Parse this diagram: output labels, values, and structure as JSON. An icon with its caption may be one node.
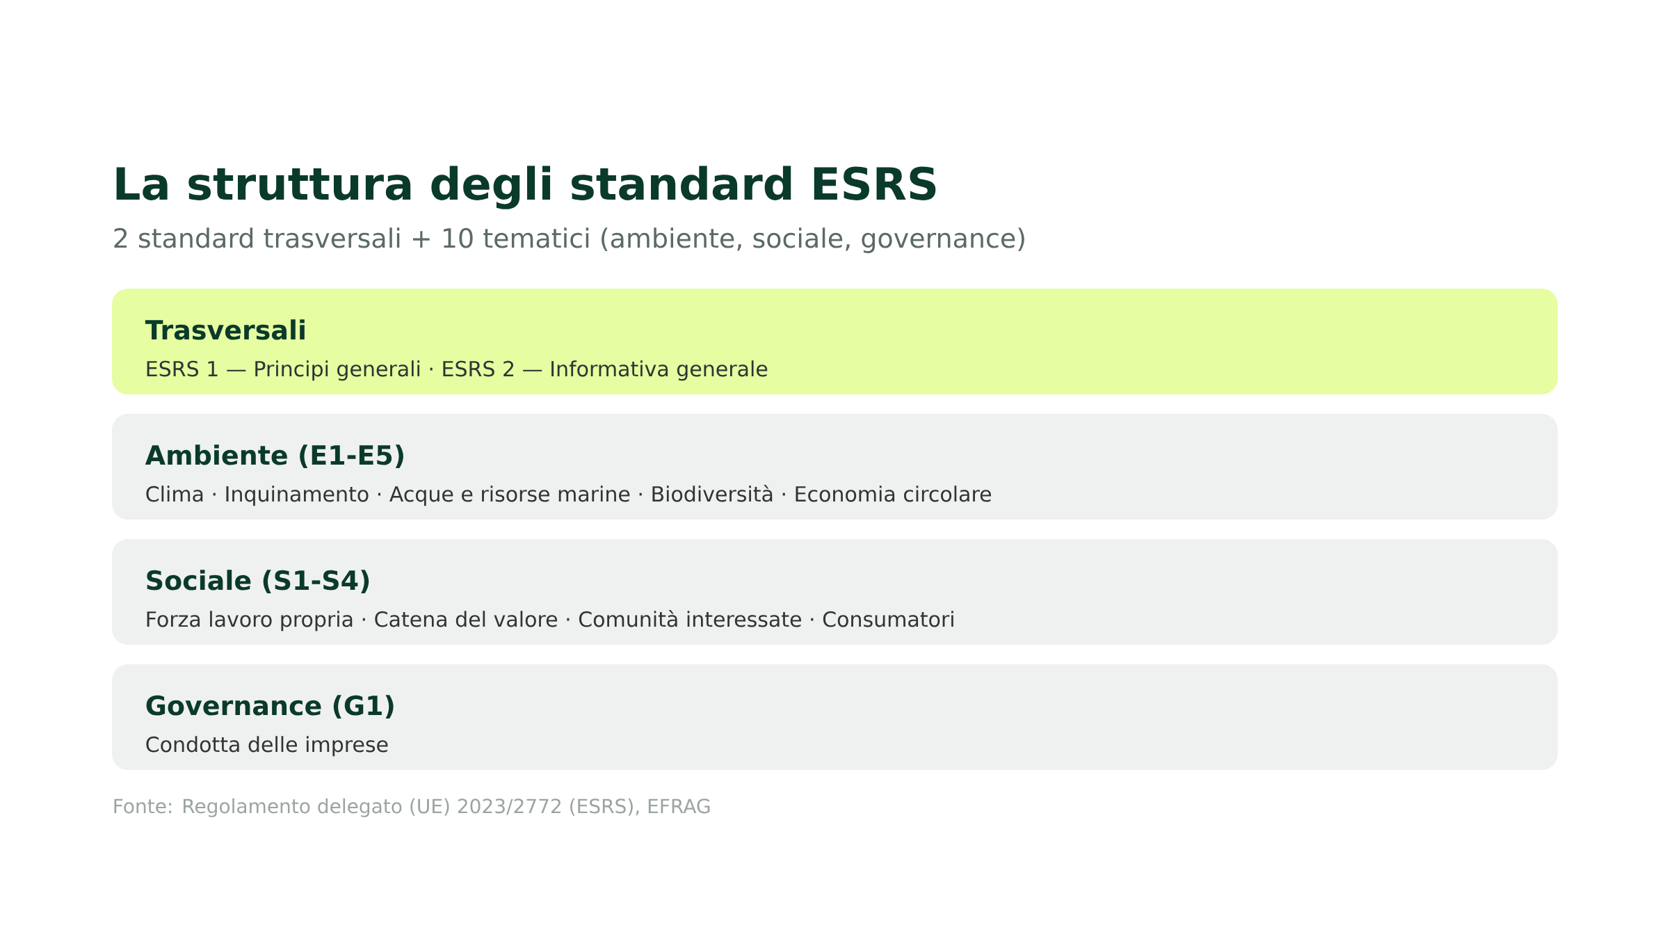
{
  "diagram": {
    "title": "La struttura degli standard ESRS",
    "caption": "Fonte: Regolamento delegato (UE) 2023/2772 (ESRS), EFRAG",
    "labels": [
      "2 standard trasversali + 10 tematici (ambiente, sociale, governance)"
    ],
    "nodes": [
      {
        "text": [
          "Trasversali",
          "ESRS 1 — Principi generali · ESRS 2 — Informativa generale"
        ]
      },
      {
        "text": [
          "Ambiente (E1-E5)",
          "Clima · Inquinamento · Acque e risorse marine · Biodiversità · Economia circolare"
        ]
      },
      {
        "text": [
          "Sociale (S1-S4)",
          "Forza lavoro propria · Catena del valore · Comunità interessate · Consumatori"
        ]
      },
      {
        "text": [
          "Governance (G1)",
          "Condotta delle imprese"
        ]
      }
    ]
  }
}
